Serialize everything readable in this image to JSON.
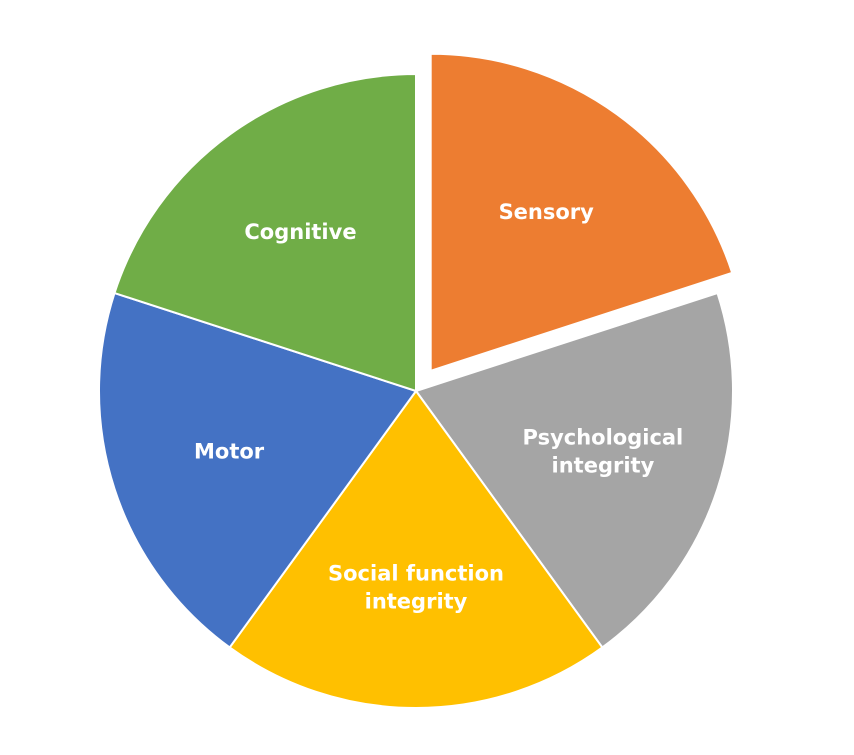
{
  "chart_data": {
    "type": "pie",
    "categories": [
      "Sensory",
      "Psychological integrity",
      "Social function integrity",
      "Motor",
      "Cognitive"
    ],
    "values": [
      20,
      20,
      20,
      20,
      20
    ],
    "exploded": [
      "Sensory"
    ],
    "start_angle_deg": 0,
    "direction": "clockwise",
    "colors": [
      "#ED7D31",
      "#A5A5A5",
      "#FFC000",
      "#4472C4",
      "#70AD47"
    ],
    "label_color": "#FFFFFF",
    "slices": [
      {
        "label_lines": [
          "Sensory"
        ]
      },
      {
        "label_lines": [
          "Psychological",
          "integrity"
        ]
      },
      {
        "label_lines": [
          "Social function",
          "integrity"
        ]
      },
      {
        "label_lines": [
          "Motor"
        ]
      },
      {
        "label_lines": [
          "Cognitive"
        ]
      }
    ]
  }
}
